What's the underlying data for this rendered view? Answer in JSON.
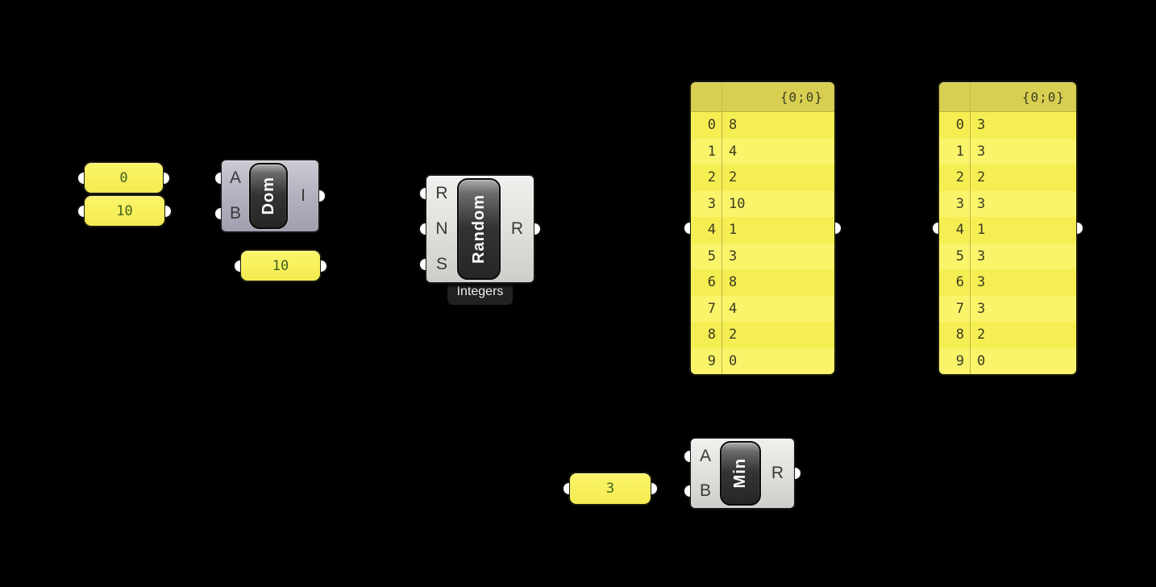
{
  "colors": {
    "background": "#000000",
    "panel-yellow": "#f7f05a",
    "panel-yellow-bright": "#f5ee52",
    "panel-yellow-pale": "#faf46b",
    "panel-header": "#d8cf52",
    "panel-divider": "#b9b143",
    "panel-border": "#1a1a0c",
    "panel-text": "#3c3c22",
    "value-text": "#40601d",
    "value-panel-top": "#fcf56a",
    "value-panel-bottom": "#f3eb51",
    "comp-light-top": "#f1f0ee",
    "comp-light-bottom": "#cfcdc9",
    "comp-dark-top": "#cdcad4",
    "comp-dark-bottom": "#a29eaf",
    "comp-border": "#141414",
    "capsule-top": "#ababab",
    "capsule-mid": "#333333",
    "capsule-dark": "#262626",
    "capsule-text": "#ffffff",
    "port-text": "#383838",
    "tab-bg": "#212121",
    "tab-text": "#efefef",
    "nub-fill": "#ffffff",
    "nub-border": "#0d0d0d"
  },
  "value_panels": {
    "domain_start": "0",
    "domain_end": "10",
    "random_count": "10",
    "min_limit": "3"
  },
  "components": {
    "domain": {
      "name": "Dom",
      "inputs": [
        "A",
        "B"
      ],
      "outputs": [
        "I"
      ]
    },
    "random": {
      "name": "Random",
      "tag": "Integers",
      "inputs": [
        "R",
        "N",
        "S"
      ],
      "outputs": [
        "R"
      ]
    },
    "minimum": {
      "name": "Min",
      "inputs": [
        "A",
        "B"
      ],
      "outputs": [
        "R"
      ]
    }
  },
  "data_panels": {
    "random_output": {
      "header": "{0;0}",
      "rows": [
        {
          "index": "0",
          "value": "8"
        },
        {
          "index": "1",
          "value": "4"
        },
        {
          "index": "2",
          "value": "2"
        },
        {
          "index": "3",
          "value": "10"
        },
        {
          "index": "4",
          "value": "1"
        },
        {
          "index": "5",
          "value": "3"
        },
        {
          "index": "6",
          "value": "8"
        },
        {
          "index": "7",
          "value": "4"
        },
        {
          "index": "8",
          "value": "2"
        },
        {
          "index": "9",
          "value": "0"
        }
      ]
    },
    "min_output": {
      "header": "{0;0}",
      "rows": [
        {
          "index": "0",
          "value": "3"
        },
        {
          "index": "1",
          "value": "3"
        },
        {
          "index": "2",
          "value": "2"
        },
        {
          "index": "3",
          "value": "3"
        },
        {
          "index": "4",
          "value": "1"
        },
        {
          "index": "5",
          "value": "3"
        },
        {
          "index": "6",
          "value": "3"
        },
        {
          "index": "7",
          "value": "3"
        },
        {
          "index": "8",
          "value": "2"
        },
        {
          "index": "9",
          "value": "0"
        }
      ]
    }
  }
}
